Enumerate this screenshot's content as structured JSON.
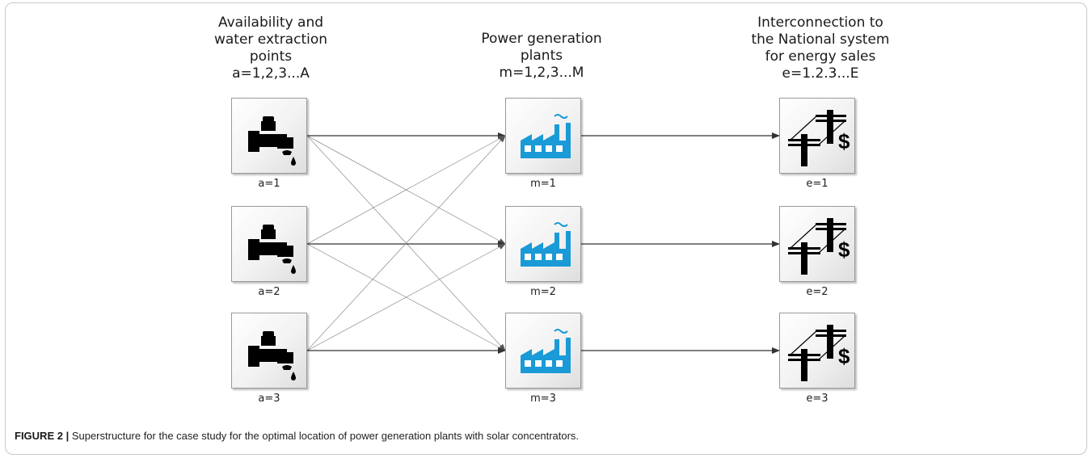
{
  "columns": {
    "water": {
      "title_lines": [
        "Availability and",
        "water extraction",
        "points"
      ],
      "index": "a=1,2,3...A",
      "nodes": [
        "a=1",
        "a=2",
        "a=3"
      ],
      "icon": "water-faucet-icon"
    },
    "plants": {
      "title_lines": [
        "Power generation",
        "plants"
      ],
      "index": "m=1,2,3...M",
      "nodes": [
        "m=1",
        "m=2",
        "m=3"
      ],
      "icon": "factory-icon"
    },
    "grid": {
      "title_lines": [
        "Interconnection to",
        "the National system",
        "for energy sales"
      ],
      "index": "e=1.2.3...E",
      "nodes": [
        "e=1",
        "e=2",
        "e=3"
      ],
      "icon": "power-line-dollar-icon"
    }
  },
  "caption": {
    "figure_label": "FIGURE 2 |",
    "text": " Superstructure for the case study for the optimal location of power generation plants with solar concentrators."
  },
  "colors": {
    "factory": "#1a9ad6",
    "icon_dark": "#000000",
    "arrow": "#333333",
    "cross_link": "#8a8a8a"
  }
}
